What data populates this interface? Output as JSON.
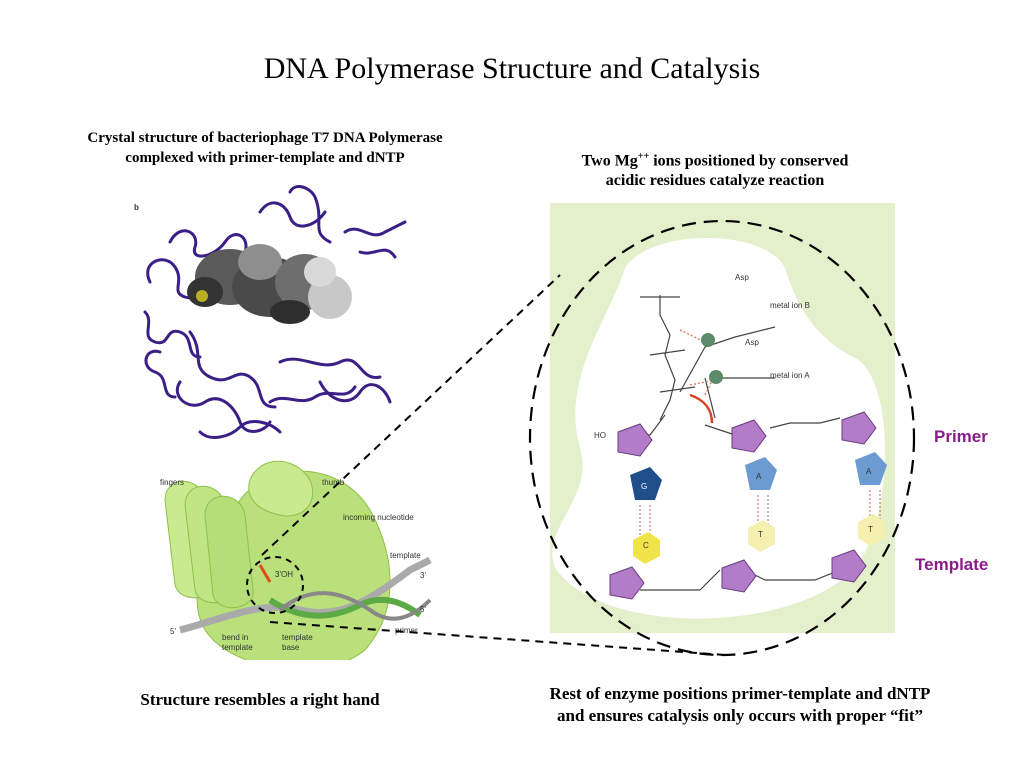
{
  "slide": {
    "title": "DNA Polymerase Structure and Catalysis",
    "caption_crystal_line1": "Crystal structure of bacteriophage T7 DNA Polymerase",
    "caption_crystal_line2": "complexed with primer-template and dNTP",
    "caption_mg_pre": "Two Mg",
    "caption_mg_sup": "++",
    "caption_mg_post": " ions positioned by conserved",
    "caption_mg_line2": "acidic residues catalyze reaction",
    "caption_hand": "Structure resembles a right hand",
    "caption_fit_line1": "Rest of enzyme positions primer-template and dNTP",
    "caption_fit_line2": "and ensures catalysis only occurs with proper “fit”",
    "label_primer": "Primer",
    "label_template": "Template"
  },
  "hand_diagram": {
    "fingers": "fingers",
    "thumb": "thumb",
    "incoming_nucleotide": "incoming nucleotide",
    "template": "template",
    "oh": "3'OH",
    "three_prime": "3'",
    "five_prime": "5'",
    "five_prime_left": "5'",
    "primer": "primer",
    "bend_line1": "bend in",
    "bend_line2": "template",
    "template_base_line1": "template",
    "template_base_line2": "base"
  },
  "crystal": {
    "panel_letter": "b"
  },
  "mechanism": {
    "asp": "Asp",
    "metal_ion_a": "metal ion A",
    "metal_ion_b": "metal ion B",
    "ho": "HO",
    "base_g": "G",
    "base_c": "C",
    "base_a1": "A",
    "base_t1": "T",
    "base_a2": "A",
    "base_t2": "T"
  },
  "colors": {
    "primer_label": "#8b1a8b",
    "hand": "#b9e07a",
    "protein": "#3b1f86",
    "sugar": "#b27cc8"
  }
}
